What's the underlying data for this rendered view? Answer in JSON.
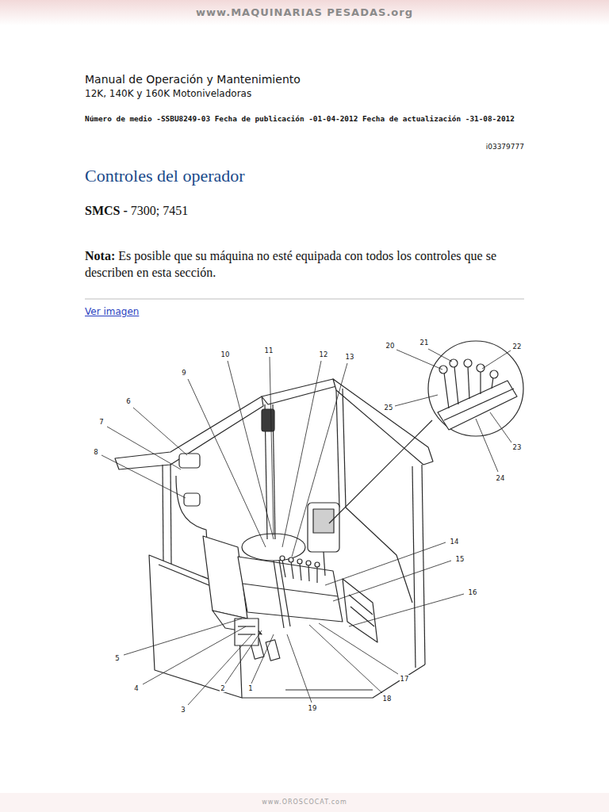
{
  "diagram": {
    "title": "Controles del operador",
    "labels": [
      "www.MAQUINARIAS PESADAS.org",
      "Manual de Operación y Mantenimiento",
      "12K, 140K y 160K Motoniveladoras",
      "Número de medio -SSBU8249-03 Fecha de publicación -01-04-2012 Fecha de actualización -31-08-2012",
      "i03379777",
      "SMCS -",
      "7300; 7451",
      "Nota:",
      "Es posible que su máquina no esté equipada con todos los controles que se describen en esta sección.",
      "Ver imagen",
      "1",
      "2",
      "3",
      "4",
      "5",
      "6",
      "7",
      "8",
      "9",
      "10",
      "11",
      "12",
      "13",
      "14",
      "15",
      "16",
      "17",
      "18",
      "19",
      "20",
      "21",
      "22",
      "23",
      "24",
      "25",
      "www.OROSCOCAT.com"
    ]
  }
}
